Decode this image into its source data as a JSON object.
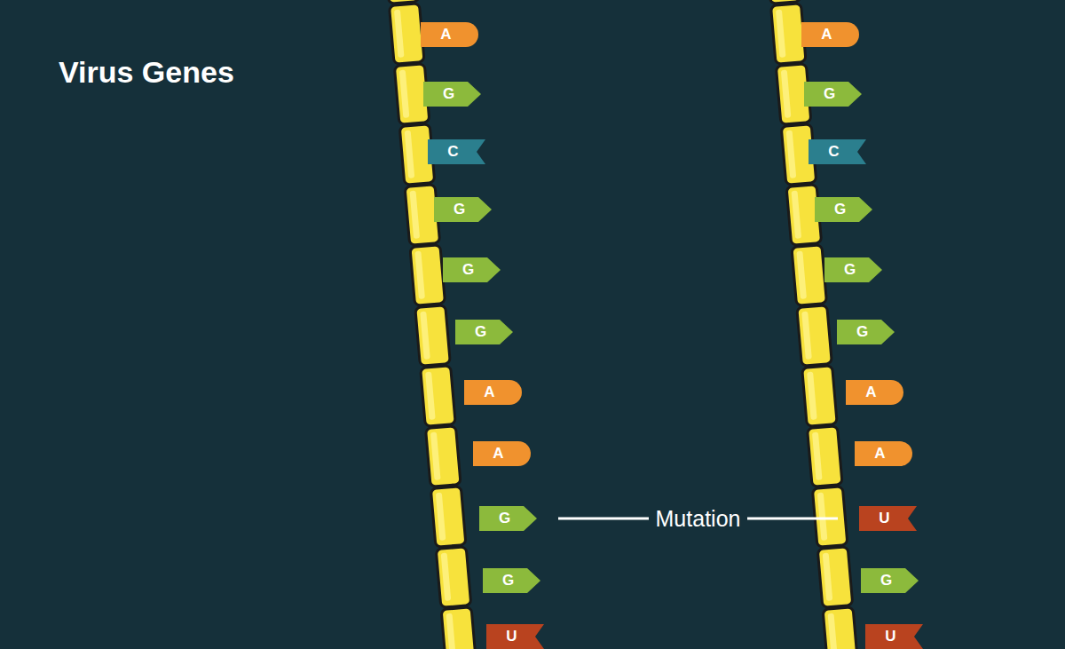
{
  "diagram": {
    "title": "Virus Genes",
    "nodes": [
      {
        "text": [
          "A"
        ]
      },
      {
        "text": [
          "G"
        ]
      },
      {
        "text": [
          "C"
        ]
      },
      {
        "text": [
          "G"
        ]
      },
      {
        "text": [
          "G"
        ]
      },
      {
        "text": [
          "G"
        ]
      },
      {
        "text": [
          "A"
        ]
      },
      {
        "text": [
          "A"
        ]
      },
      {
        "text": [
          "G"
        ]
      },
      {
        "text": [
          "G"
        ]
      },
      {
        "text": [
          "U"
        ]
      },
      {
        "text": [
          "A"
        ]
      },
      {
        "text": [
          "G"
        ]
      },
      {
        "text": [
          "C"
        ]
      },
      {
        "text": [
          "G"
        ]
      },
      {
        "text": [
          "G"
        ]
      },
      {
        "text": [
          "G"
        ]
      },
      {
        "text": [
          "A"
        ]
      },
      {
        "text": [
          "A"
        ]
      },
      {
        "text": [
          "U"
        ]
      },
      {
        "text": [
          "G"
        ]
      },
      {
        "text": [
          "U"
        ]
      }
    ],
    "edges": [
      {
        "from": 8,
        "to": 19,
        "label": "Mutation",
        "arrow": "none"
      }
    ]
  }
}
